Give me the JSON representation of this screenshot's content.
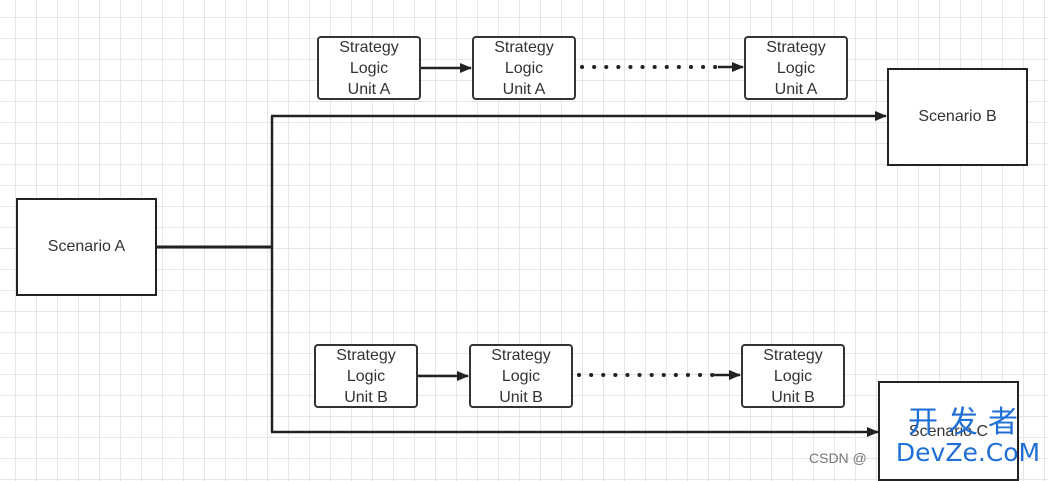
{
  "nodes": {
    "scenario_a": "Scenario A",
    "scenario_b": "Scenario B",
    "scenario_c": "Scenario C"
  },
  "top_chain": {
    "unit_1": [
      "Strategy",
      "Logic",
      "Unit A"
    ],
    "unit_2": [
      "Strategy",
      "Logic",
      "Unit A"
    ],
    "unit_3": [
      "Strategy",
      "Logic",
      "Unit A"
    ]
  },
  "bottom_chain": {
    "unit_1": [
      "Strategy",
      "Logic",
      "Unit B"
    ],
    "unit_2": [
      "Strategy",
      "Logic",
      "Unit B"
    ],
    "unit_3": [
      "Strategy",
      "Logic",
      "Unit B"
    ]
  },
  "watermark": {
    "source": "CSDN @",
    "logo_cn": "开发者",
    "logo_en": "DevZe.CoM"
  },
  "colors": {
    "stroke": "#222222",
    "grid": "#e6e6e6",
    "logo": "#1f6fd6"
  }
}
